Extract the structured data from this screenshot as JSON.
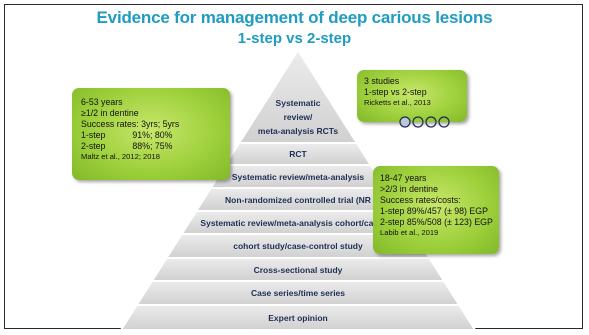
{
  "slide": {
    "title_line1": "Evidence for management of deep carious lesions",
    "title_line2": "1-step vs 2-step"
  },
  "pyramid": {
    "levels": [
      {
        "label_lines": [
          "Systematic",
          "review/",
          "meta-analysis RCTs"
        ]
      },
      {
        "label_lines": [
          "RCT"
        ]
      },
      {
        "label_lines": [
          "Systematic review/meta-analysis"
        ]
      },
      {
        "label_lines": [
          "Non-randomized controlled trial (NR"
        ]
      },
      {
        "label_lines": [
          "Systematic review/meta-analysis cohort/case-co"
        ]
      },
      {
        "label_lines": [
          "cohort study/case-control study"
        ]
      },
      {
        "label_lines": [
          "Cross-sectional study"
        ]
      },
      {
        "label_lines": [
          "Case series/time series"
        ]
      },
      {
        "label_lines": [
          "Expert opinion"
        ]
      }
    ]
  },
  "callouts": {
    "left": {
      "lines": [
        "6-53 years",
        "≥1/2 in dentine",
        "Success rates: 3yrs; 5yrs",
        "1-step           91%; 80%",
        "2-step           88%; 75%"
      ],
      "citation": "Maltz et al., 2012; 2018"
    },
    "top_right": {
      "lines": [
        "3 studies",
        "1-step vs 2-step"
      ],
      "citation": "Ricketts et al., 2013"
    },
    "bottom_right": {
      "lines": [
        "18-47 years",
        ">2/3 in dentine",
        "Success rates/costs:",
        "1-step 89%/457 (± 98) EGP",
        "2-step 85%/508 (± 123) EGP"
      ],
      "citation": "Labib et al., 2019"
    }
  },
  "colors": {
    "title": "#1f9cc0",
    "callout_green": "#9ccf3a",
    "pyramid_gray": "#d9d9d9",
    "label_navy": "#1e2e55"
  }
}
